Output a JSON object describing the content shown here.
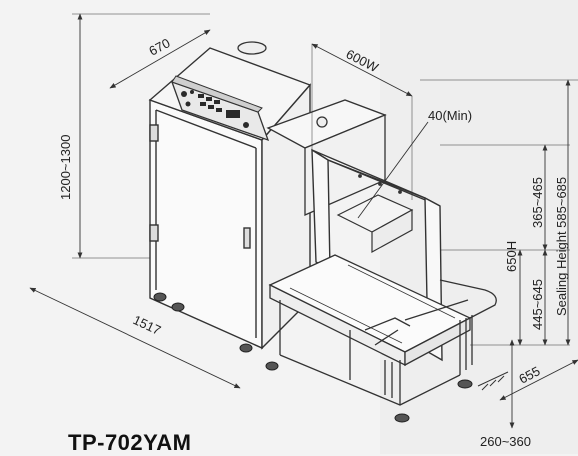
{
  "model": "TP-702YAM",
  "dimensions": {
    "height": "1200~1300",
    "depth": "670",
    "arch_width": "600W",
    "clearance": "40(Min)",
    "length": "1517",
    "upper_range": "365~465",
    "lower_range": "445~645",
    "table_height": "650H",
    "sealing_height": "Sealing Height  585~685",
    "side_length": "655",
    "bottom_range": "260~360"
  },
  "colors": {
    "line": "#333333",
    "background": "#f3f3f3",
    "panel": "#2a2a2a"
  }
}
